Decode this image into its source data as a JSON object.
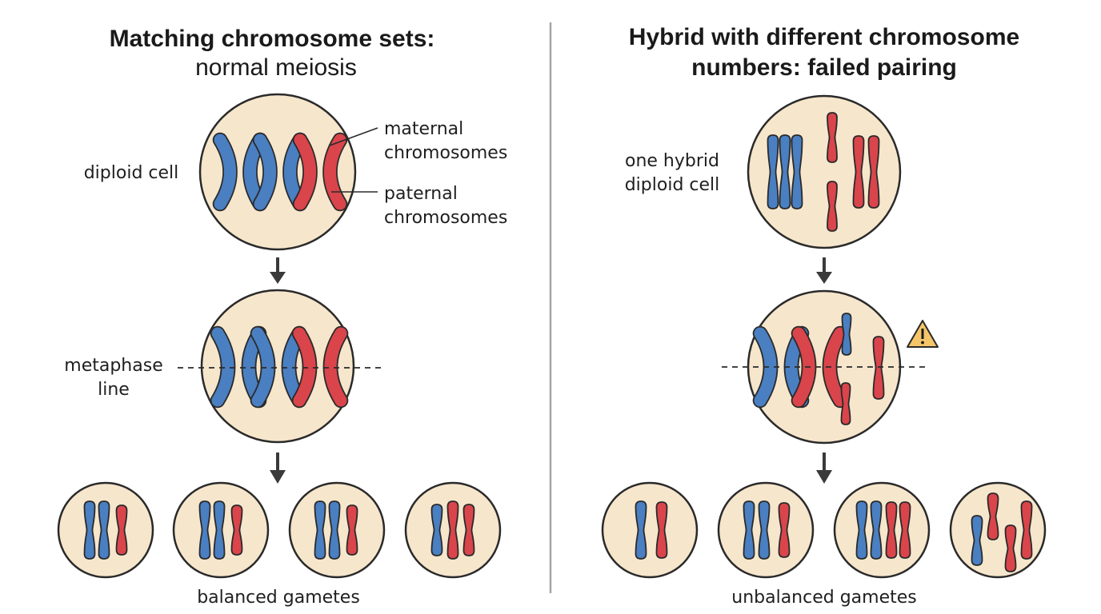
{
  "colors": {
    "maternal": "#4a7fc1",
    "paternal": "#d9454b",
    "cell_fill": "#f6e6cc",
    "outline": "#2a2a2a",
    "warning": "#f5c56a"
  },
  "left_panel": {
    "title_line1": "Matching chromosome sets:",
    "title_line2": "normal meiosis",
    "diploid_label": "diploid cell",
    "maternal_label_line1": "maternal",
    "maternal_label_line2": "chromosomes",
    "paternal_label_line1": "paternal",
    "paternal_label_line2": "chromosomes",
    "metaphase_label_line1": "metaphase",
    "metaphase_label_line2": "line",
    "gametes_label": "balanced gametes"
  },
  "right_panel": {
    "title_line1": "Hybrid with different chromosome",
    "title_line2": "numbers: failed pairing",
    "cell_label_line1": "one hybrid",
    "cell_label_line2": "diploid cell",
    "warning_icon": "warning-triangle-icon",
    "gametes_label": "unbalanced gametes"
  }
}
